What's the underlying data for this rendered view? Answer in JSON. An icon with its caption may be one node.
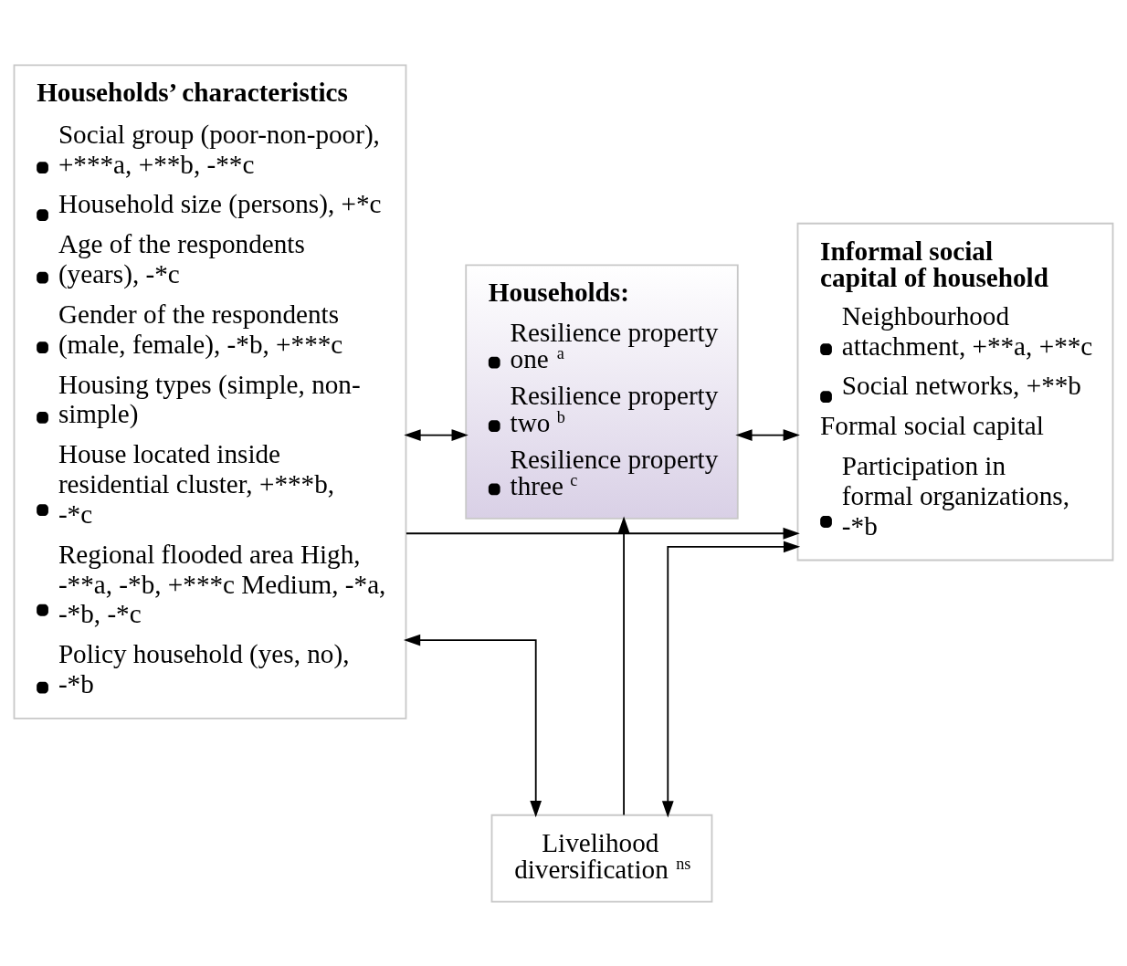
{
  "diagram": {
    "nodes": [
      {
        "text": [
          "Households’ characteristics",
          "Social group (poor-non-poor), +***a, +**b, -**c",
          "Household size (persons), +*c",
          "Age of the respondents (years), -*c",
          "Gender of the respondents (male, female), -*b, +***c",
          "Housing types (simple, non-simple)",
          "House located inside residential cluster, +***b, -*c",
          "Regional flooded area High, -**a, -*b, +***c Medium, -*a, -*b, -*c",
          "Policy household (yes, no), -*b"
        ]
      },
      {
        "text": [
          "Informal social capital of household",
          "Neighbourhood attachment, +**a, +**c",
          "Social networks, +**b",
          "Formal social capital",
          "Participation in formal organizations, -*b"
        ]
      },
      {
        "text": [
          "Households:",
          "Resilience property one $^{a}$",
          "Resilience property two $^{b}$",
          "Resilience property three $^{c}$"
        ]
      },
      {
        "text": [
          "Livelihood diversification $^{ns}$"
        ]
      }
    ],
    "edges": [
      {
        "from": 0,
        "to": 1,
        "arrow": "to"
      },
      {
        "from": 0,
        "to": 2,
        "arrow": "both"
      },
      {
        "from": 2,
        "to": 1,
        "arrow": "both"
      },
      {
        "from": 3,
        "to": 2,
        "arrow": "to"
      },
      {
        "from": 0,
        "to": 3,
        "arrow": "both"
      },
      {
        "from": 1,
        "to": 3,
        "arrow": "both"
      }
    ]
  }
}
